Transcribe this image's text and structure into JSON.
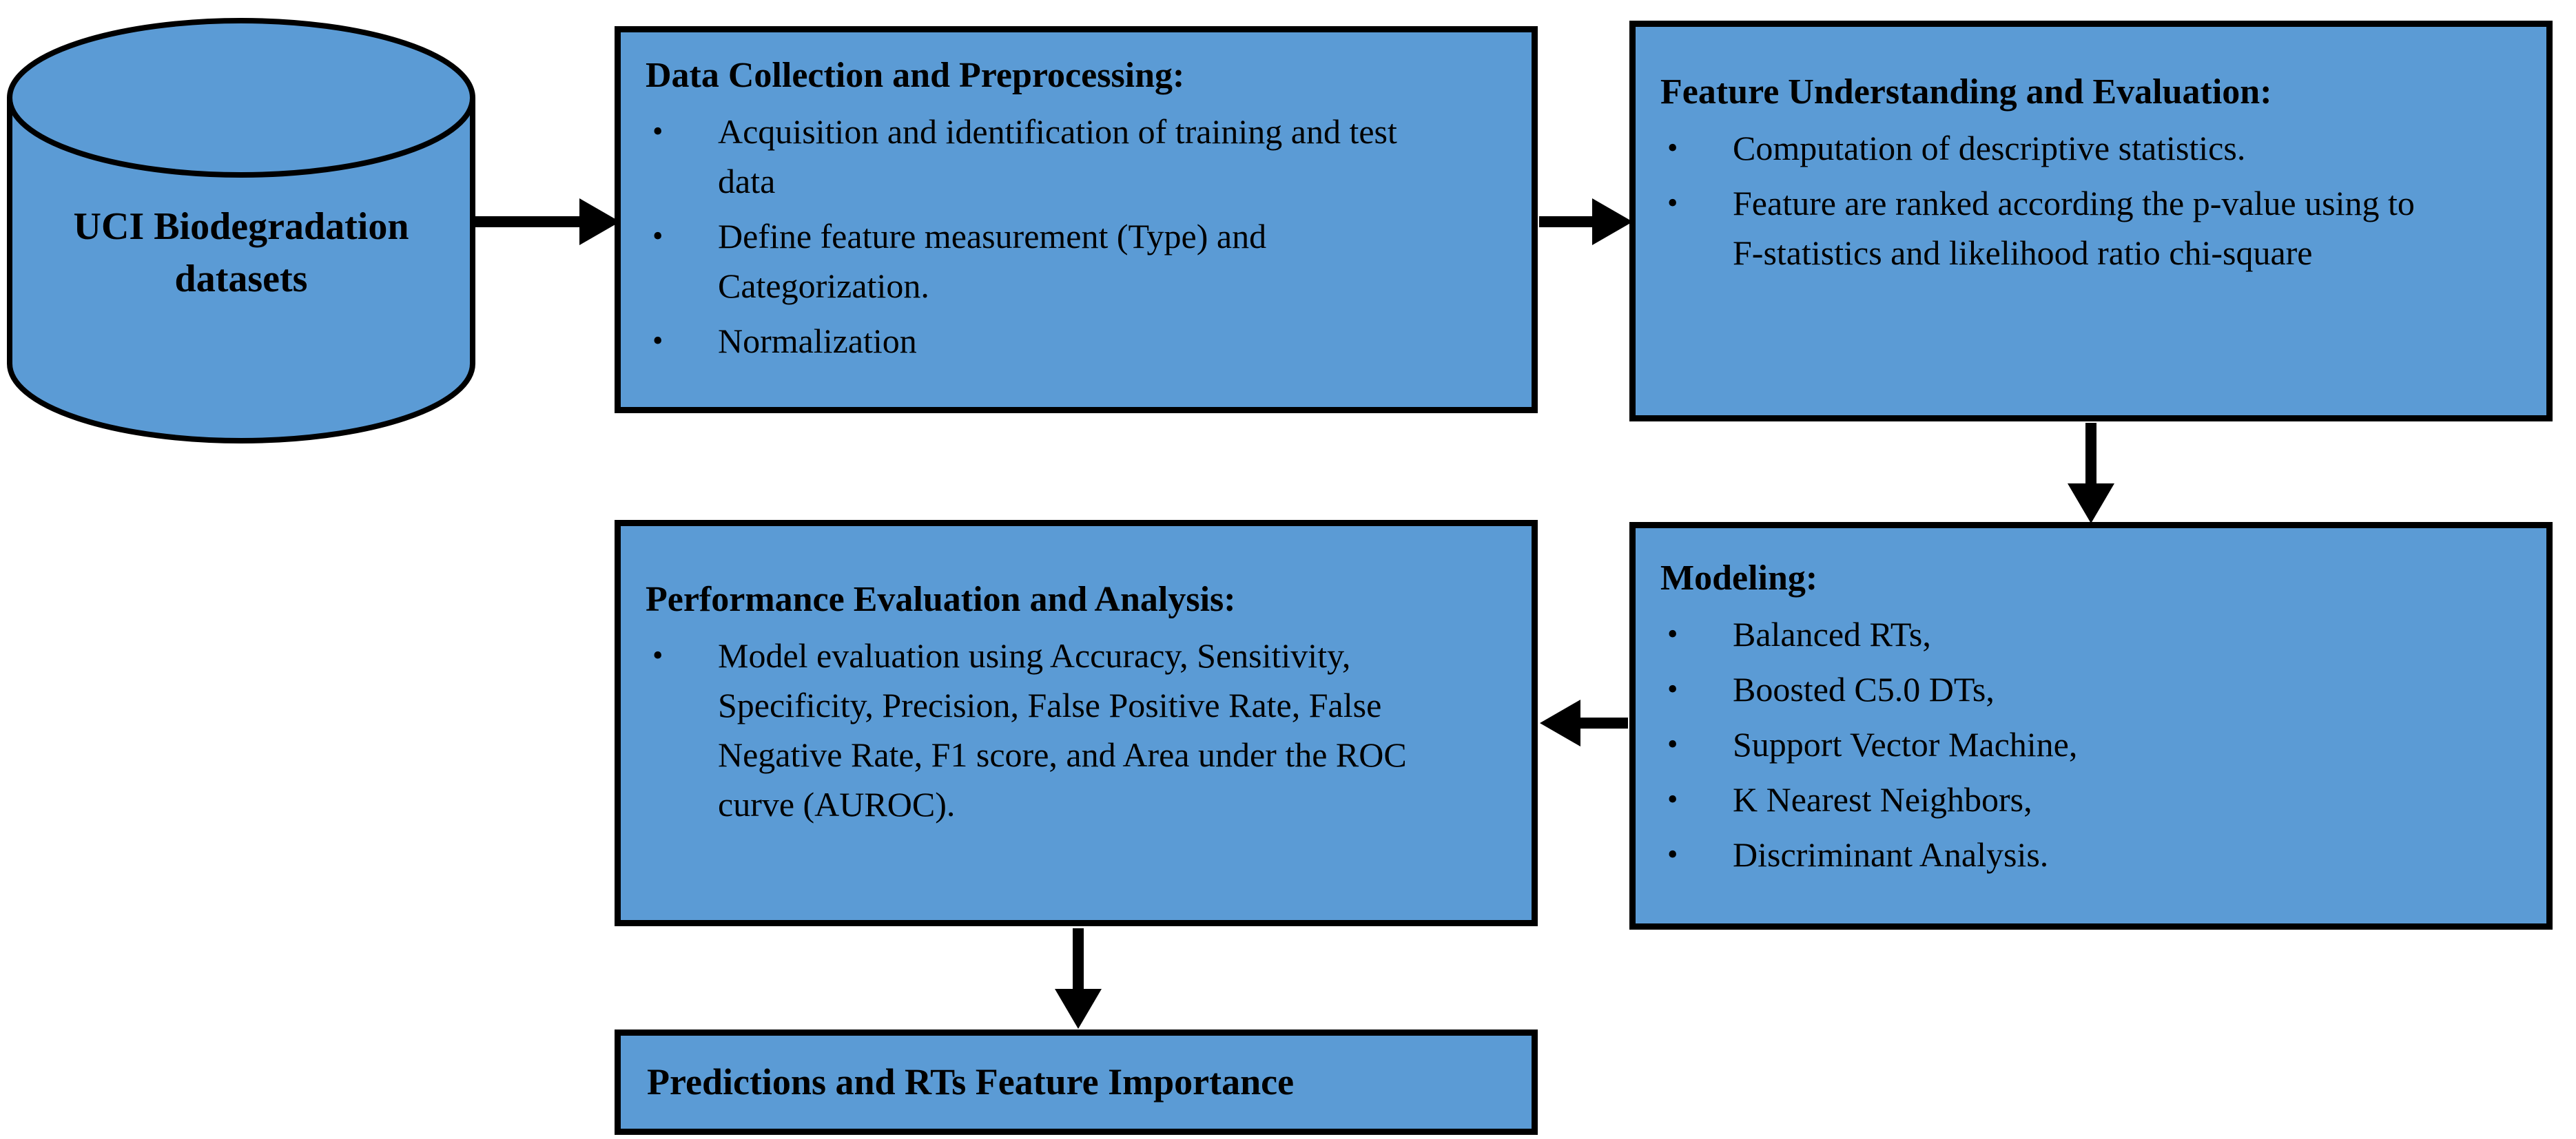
{
  "bullet_char": "•",
  "colors": {
    "node_fill": "#5B9BD5",
    "node_border": "#000000",
    "arrow": "#000000",
    "background": "#FFFFFF",
    "text": "#000000"
  },
  "nodes": {
    "datastore": {
      "type": "cylinder",
      "label": "UCI Biodegradation datasets"
    },
    "data_collection": {
      "title": "Data Collection and Preprocessing:",
      "bullets": [
        "Acquisition and identification of training and test data",
        "Define feature measurement (Type) and Categorization.",
        "Normalization"
      ]
    },
    "feature_understanding": {
      "title": "Feature Understanding and Evaluation:",
      "bullets": [
        "Computation of descriptive statistics.",
        "Feature are ranked according the p-value using to F-statistics and likelihood ratio chi-square"
      ]
    },
    "modeling": {
      "title": "Modeling:",
      "bullets": [
        "Balanced RTs,",
        "Boosted C5.0 DTs,",
        "Support Vector Machine,",
        "K Nearest Neighbors,",
        "Discriminant Analysis."
      ]
    },
    "performance": {
      "title": "Performance Evaluation and Analysis:",
      "bullets": [
        "Model evaluation using Accuracy, Sensitivity, Specificity, Precision, False Positive Rate, False Negative Rate, F1 score, and Area under the ROC curve (AUROC)."
      ]
    },
    "predictions": {
      "title": "Predictions and RTs Feature Importance"
    }
  },
  "edges": [
    {
      "from": "datastore",
      "to": "data_collection",
      "direction": "right"
    },
    {
      "from": "data_collection",
      "to": "feature_understanding",
      "direction": "right"
    },
    {
      "from": "feature_understanding",
      "to": "modeling",
      "direction": "down"
    },
    {
      "from": "modeling",
      "to": "performance",
      "direction": "left"
    },
    {
      "from": "performance",
      "to": "predictions",
      "direction": "down"
    }
  ]
}
